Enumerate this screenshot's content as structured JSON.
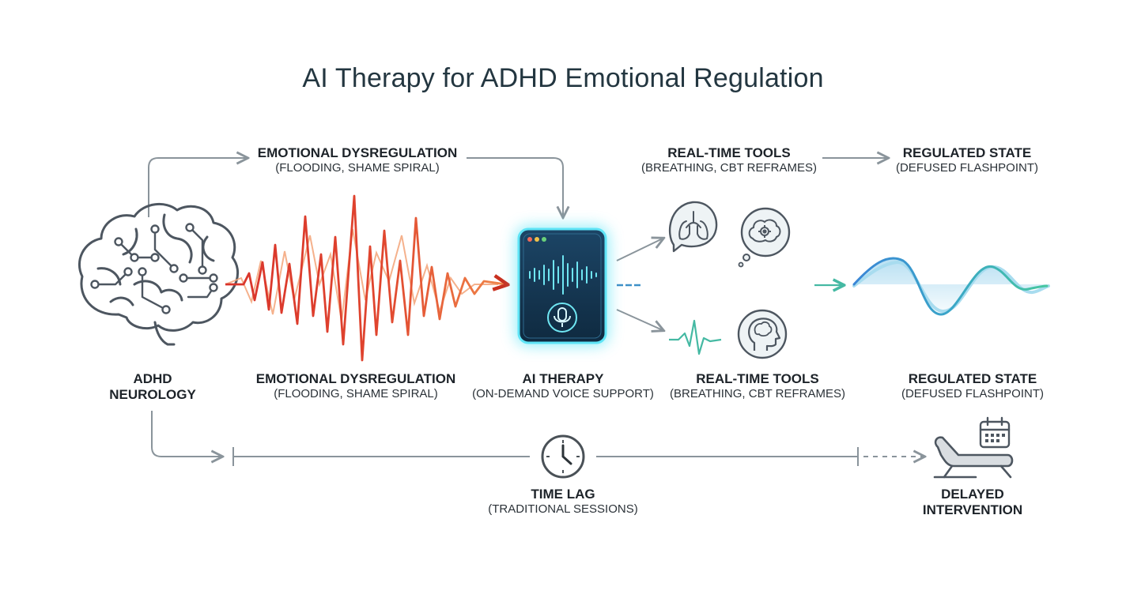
{
  "title": "AI Therapy for ADHD Emotional Regulation",
  "top_labels": {
    "dysregulation": {
      "label": "EMOTIONAL DYSREGULATION",
      "sub": "(FLOODING, SHAME SPIRAL)"
    },
    "tools": {
      "label": "REAL-TIME TOOLS",
      "sub": "(BREATHING, CBT REFRAMES)"
    },
    "regulated": {
      "label": "REGULATED STATE",
      "sub": "(DEFUSED FLASHPOINT)"
    }
  },
  "bottom_labels": {
    "adhd": {
      "line1": "ADHD",
      "line2": "NEUROLOGY"
    },
    "dysregulation": {
      "label": "EMOTIONAL DYSREGULATION",
      "sub": "(FLOODING, SHAME SPIRAL)"
    },
    "ai": {
      "label": "AI THERAPY",
      "sub": "(ON-DEMAND VOICE SUPPORT)"
    },
    "tools": {
      "label": "REAL-TIME TOOLS",
      "sub": "(BREATHING, CBT REFRAMES)"
    },
    "regulated": {
      "label": "REGULATED STATE",
      "sub": "(DEFUSED FLASHPOINT)"
    }
  },
  "timeline": {
    "label": "TIME LAG",
    "sub": "(TRADITIONAL SESSIONS)",
    "end_line1": "DELAYED",
    "end_line2": "INTERVENTION"
  },
  "icons": {
    "brain": "brain-circuit-icon",
    "device": "voice-app-device-icon",
    "mic": "microphone-icon",
    "lungs": "lungs-icon",
    "thought": "thought-bubble-gear-icon",
    "head": "head-brain-icon",
    "clock": "clock-icon",
    "couch": "therapy-couch-icon",
    "calendar": "calendar-icon"
  },
  "colors": {
    "text": "#1d2329",
    "arrow": "#8a949b",
    "chaos_red": "#d9342b",
    "chaos_orange": "#f0874a",
    "device_dark": "#14304a",
    "device_glow": "#38d6f0",
    "calm_blue": "#3a8fd8",
    "calm_teal": "#3fbfa6"
  }
}
